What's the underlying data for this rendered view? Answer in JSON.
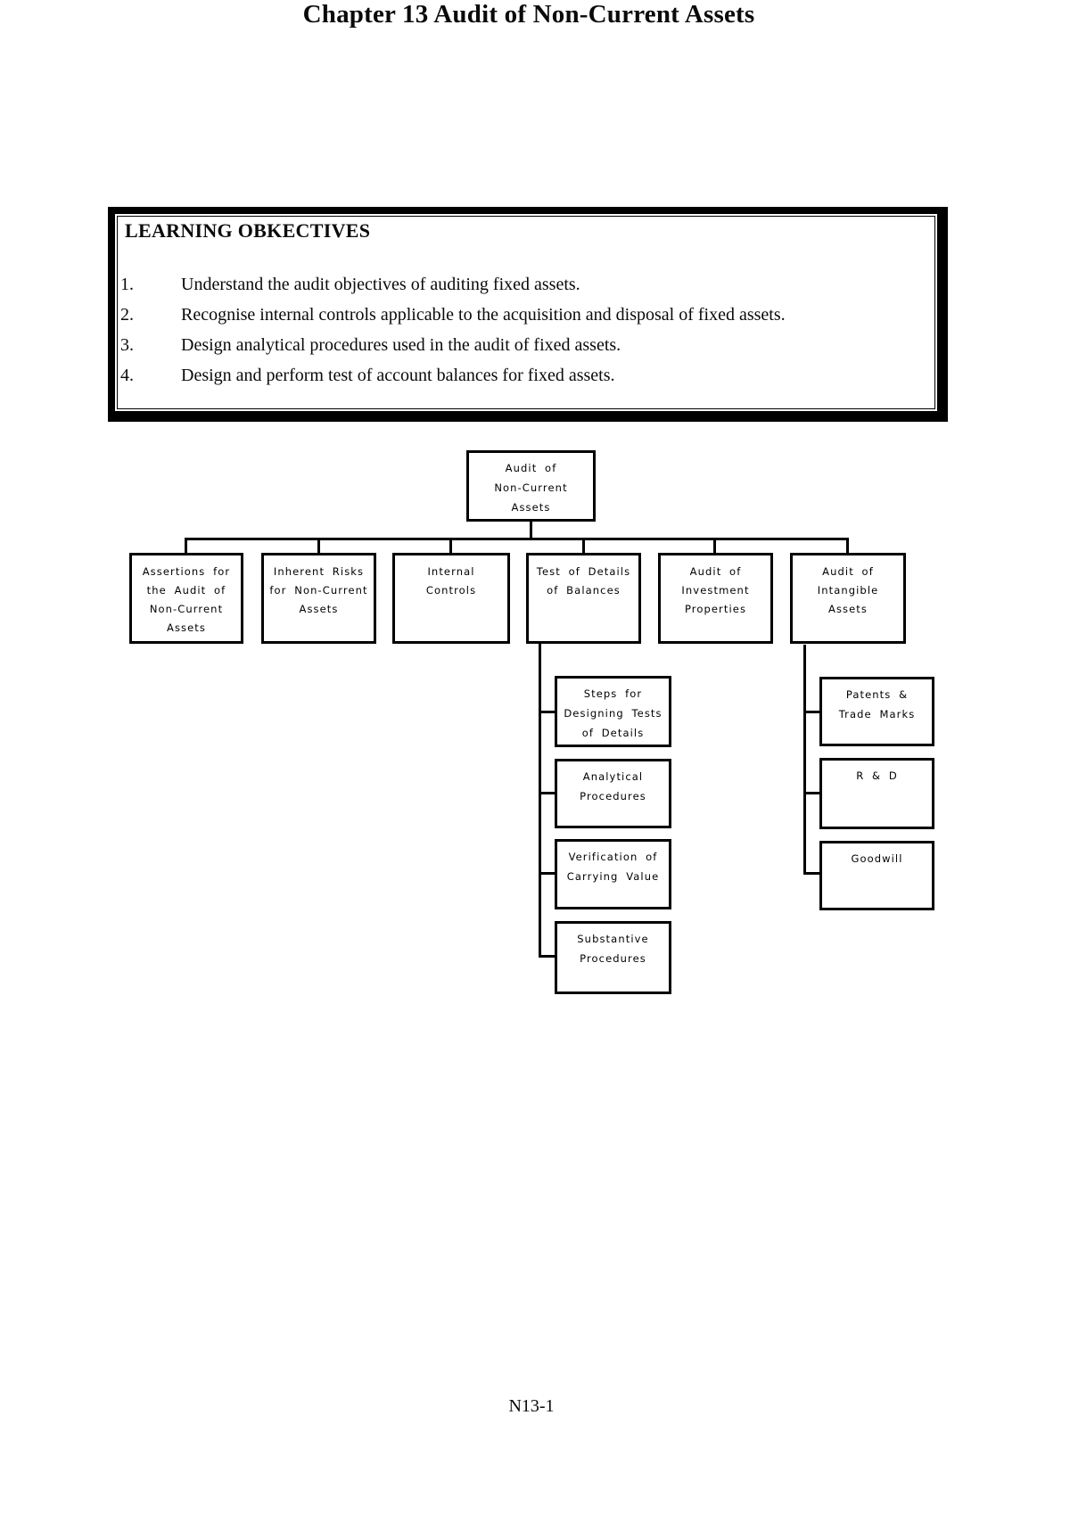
{
  "colors": {
    "ink": "#000000",
    "paper": "#ffffff"
  },
  "title": "Chapter 13 Audit of Non-Current Assets",
  "footer": "N13-1",
  "learning_objectives": {
    "heading": "LEARNING OBKECTIVES",
    "items": [
      {
        "num": "1.",
        "text": "Understand the audit objectives of auditing fixed assets."
      },
      {
        "num": "2.",
        "text": "Recognise internal controls applicable to the acquisition and disposal of fixed assets."
      },
      {
        "num": "3.",
        "text": "Design analytical procedures used in the audit of fixed assets."
      },
      {
        "num": "4.",
        "text": "Design and perform test of account balances for fixed assets."
      }
    ]
  },
  "diagram": {
    "root": [
      "Audit of",
      "Non-Current",
      "Assets"
    ],
    "level2": [
      [
        "Assertions for",
        "the Audit of",
        "Non-Current",
        "Assets"
      ],
      [
        "Inherent Risks",
        "for Non-Current",
        "Assets"
      ],
      [
        "Internal",
        "Controls"
      ],
      [
        "Test of Details",
        "of Balances"
      ],
      [
        "Audit of",
        "Investment",
        "Properties"
      ],
      [
        "Audit of",
        "Intangible",
        "Assets"
      ]
    ],
    "test_of_details_children": [
      [
        "Steps for",
        "Designing Tests",
        "of Details"
      ],
      [
        "Analytical",
        "Procedures"
      ],
      [
        "Verification of",
        "Carrying Value"
      ],
      [
        "Substantive",
        "Procedures"
      ]
    ],
    "intangible_children": [
      [
        "Patents &",
        "Trade Marks"
      ],
      [
        "R & D"
      ],
      [
        "Goodwill"
      ]
    ]
  }
}
